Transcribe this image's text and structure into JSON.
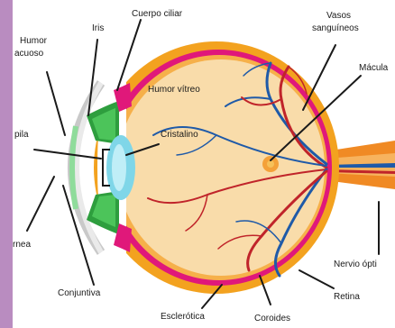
{
  "labels": {
    "humor_acuoso_1": "Humor",
    "humor_acuoso_2": "acuoso",
    "iris": "Iris",
    "cuerpo_ciliar": "Cuerpo ciliar",
    "vasos_1": "Vasos",
    "vasos_2": "sanguíneos",
    "macula": "Mácula",
    "humor_vitreo": "Humor vítreo",
    "pupila": "pila",
    "cristalino": "Cristalino",
    "cornea": "rnea",
    "conjuntiva": "Conjuntiva",
    "esclerotica": "Esclerótica",
    "coroides": "Coroides",
    "retina": "Retina",
    "nervio_optico": "Nervio ópti"
  },
  "colors": {
    "frame": "#b98cc0",
    "sclera": "#f3a21f",
    "choroid": "#e0187a",
    "vitreous": "#f9dcaa",
    "iris": "#3bb34a",
    "lens": "#7fd6e8",
    "artery": "#c0242a",
    "vein": "#1f5aa8",
    "nerve": "#f08a24"
  }
}
